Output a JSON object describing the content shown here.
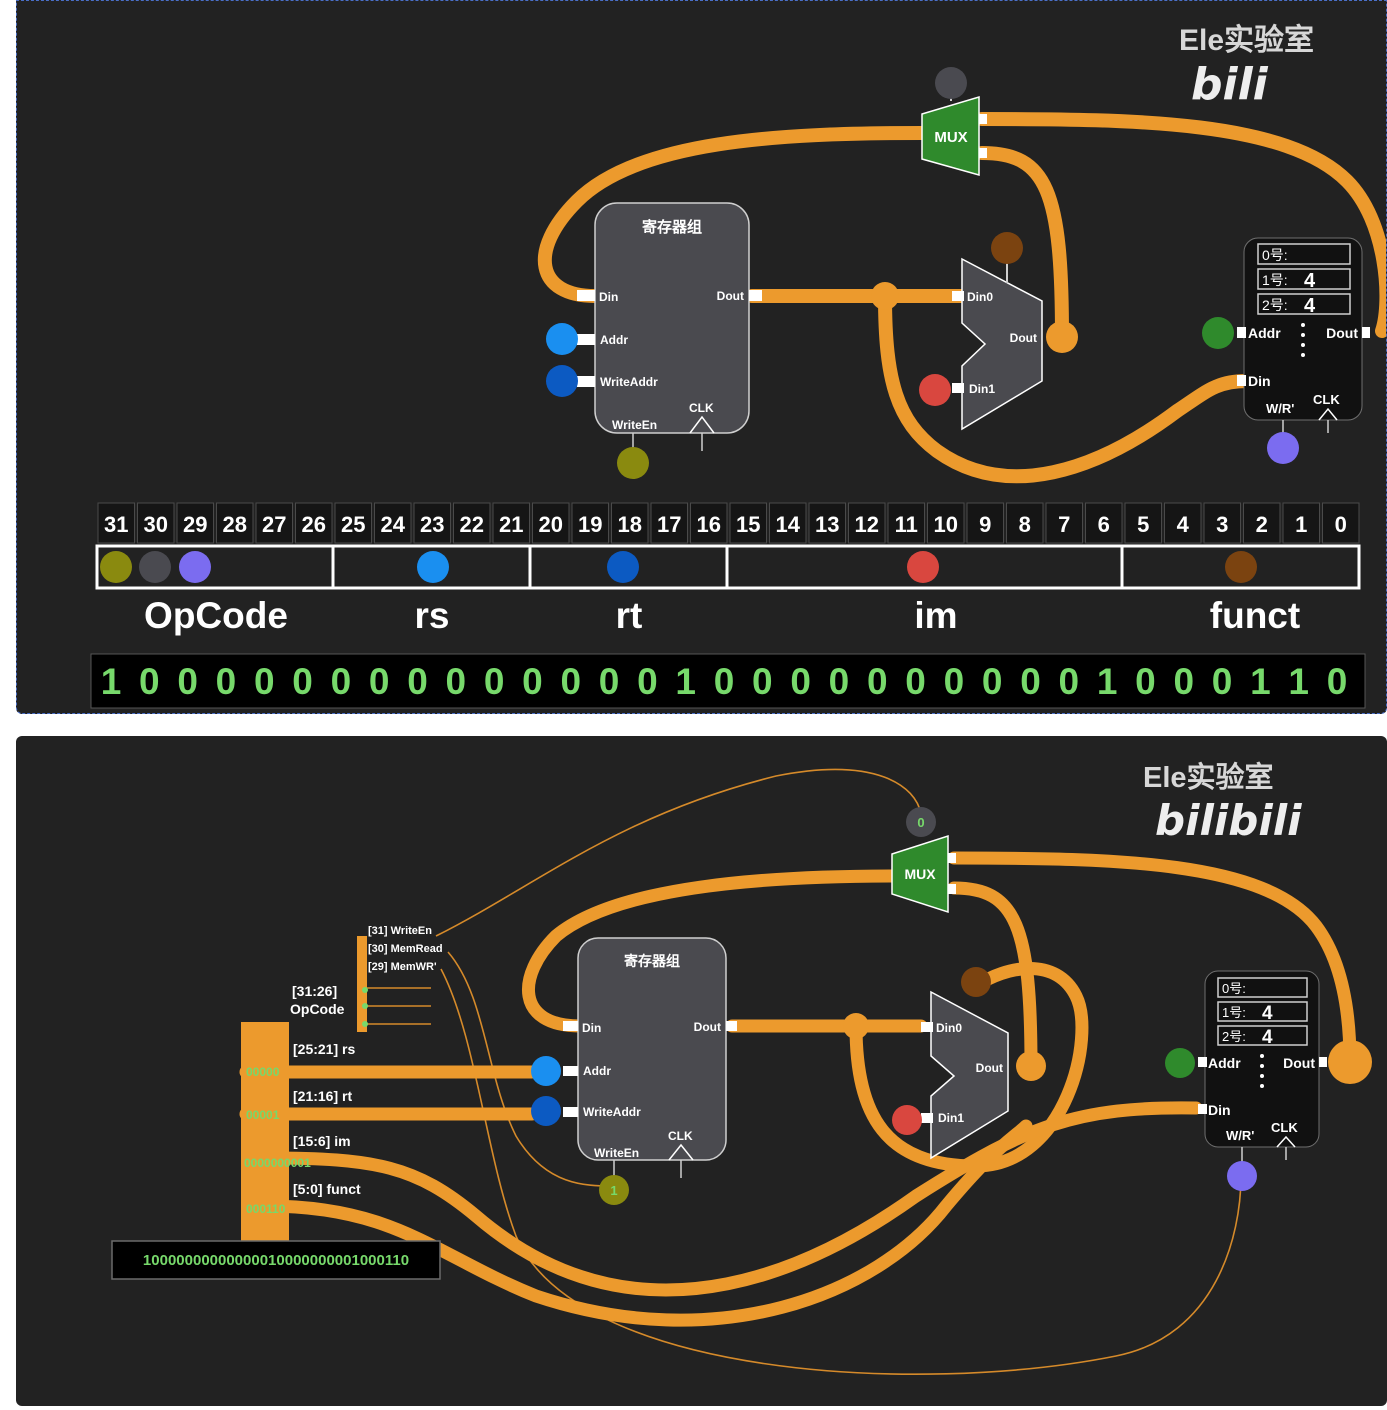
{
  "watermark": {
    "text": "Ele实验室",
    "logo_top": "bili",
    "logo_bottom": "bilibili"
  },
  "regfile": {
    "title": "寄存器组",
    "din": "Din",
    "dout": "Dout",
    "addr": "Addr",
    "write_addr": "WriteAddr",
    "write_en": "WriteEn",
    "clk": "CLK"
  },
  "mux": {
    "label": "MUX",
    "select_value": "0"
  },
  "alu": {
    "din0": "Din0",
    "din1": "Din1",
    "dout": "Dout"
  },
  "memory": {
    "rows": [
      "0号:",
      "1号:",
      "2号:"
    ],
    "row_values": [
      "",
      "4",
      "4"
    ],
    "addr": "Addr",
    "dout": "Dout",
    "din": "Din",
    "wr": "W/R'",
    "clk": "CLK"
  },
  "bit_indices": [
    "31",
    "30",
    "29",
    "28",
    "27",
    "26",
    "25",
    "24",
    "23",
    "22",
    "21",
    "20",
    "19",
    "18",
    "17",
    "16",
    "15",
    "14",
    "13",
    "12",
    "11",
    "10",
    "9",
    "8",
    "7",
    "6",
    "5",
    "4",
    "3",
    "2",
    "1",
    "0"
  ],
  "fields": [
    {
      "name": "OpCode",
      "range": "[31:26]"
    },
    {
      "name": "rs",
      "range": "[25:21]"
    },
    {
      "name": "rt",
      "range": "[21:16]"
    },
    {
      "name": "im",
      "range": "[15:6]"
    },
    {
      "name": "funct",
      "range": "[5:0]"
    }
  ],
  "instruction_bits": [
    "1",
    "0",
    "0",
    "0",
    "0",
    "0",
    "0",
    "0",
    "0",
    "0",
    "0",
    "0",
    "0",
    "0",
    "0",
    "1",
    "0",
    "0",
    "0",
    "0",
    "0",
    "0",
    "0",
    "0",
    "0",
    "0",
    "1",
    "0",
    "0",
    "0",
    "1",
    "1",
    "0"
  ],
  "instruction_string": "10000000000000010000000001000110",
  "control_signals": [
    "[31] WriteEn",
    "[30] MemRead",
    "[29] MemWR'"
  ],
  "bus_labels": [
    "[31:26]",
    "OpCode",
    "[25:21] rs",
    "[21:16] rt",
    "[15:6] im",
    "[5:0] funct"
  ],
  "bus_bit_values": [
    "00000",
    "00001",
    "0000000001",
    "000110"
  ],
  "write_en_value": "1",
  "colors": {
    "background": "#222222",
    "wire": "#ec9a2d",
    "thin_wire": "#d58a2a",
    "block": "#4a4a4f",
    "mux": "#2f8a2c",
    "memory": "#111111",
    "bit_green": "#77d96b",
    "writeen": "#8a8a0f",
    "mux_sel": "#4a4a50",
    "memwr": "#7b6cf0",
    "rs": "#1a8ff0",
    "rt": "#0c5ac2",
    "im": "#d9473f",
    "alu_op": "#7b4310",
    "mem_addr": "#2f8a2c"
  }
}
